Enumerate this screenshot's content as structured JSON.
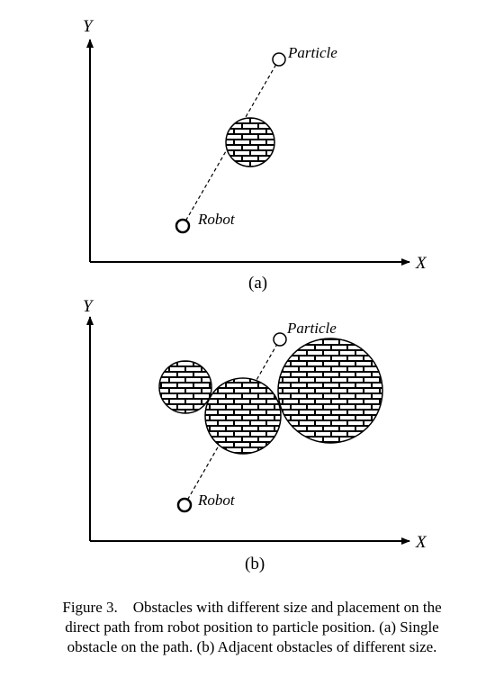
{
  "panel_a": {
    "y_axis_label": "Y",
    "x_axis_label": "X",
    "particle_label": "Particle",
    "robot_label": "Robot",
    "sub_label": "(a)"
  },
  "panel_b": {
    "y_axis_label": "Y",
    "x_axis_label": "X",
    "particle_label": "Particle",
    "robot_label": "Robot",
    "sub_label": "(b)"
  },
  "caption": {
    "line1": "Figure 3. Obstacles with different size and placement on the",
    "line2": "direct path from robot position to particle position. (a) Single",
    "line3": "obstacle on the path. (b) Adjacent obstacles of different size."
  }
}
